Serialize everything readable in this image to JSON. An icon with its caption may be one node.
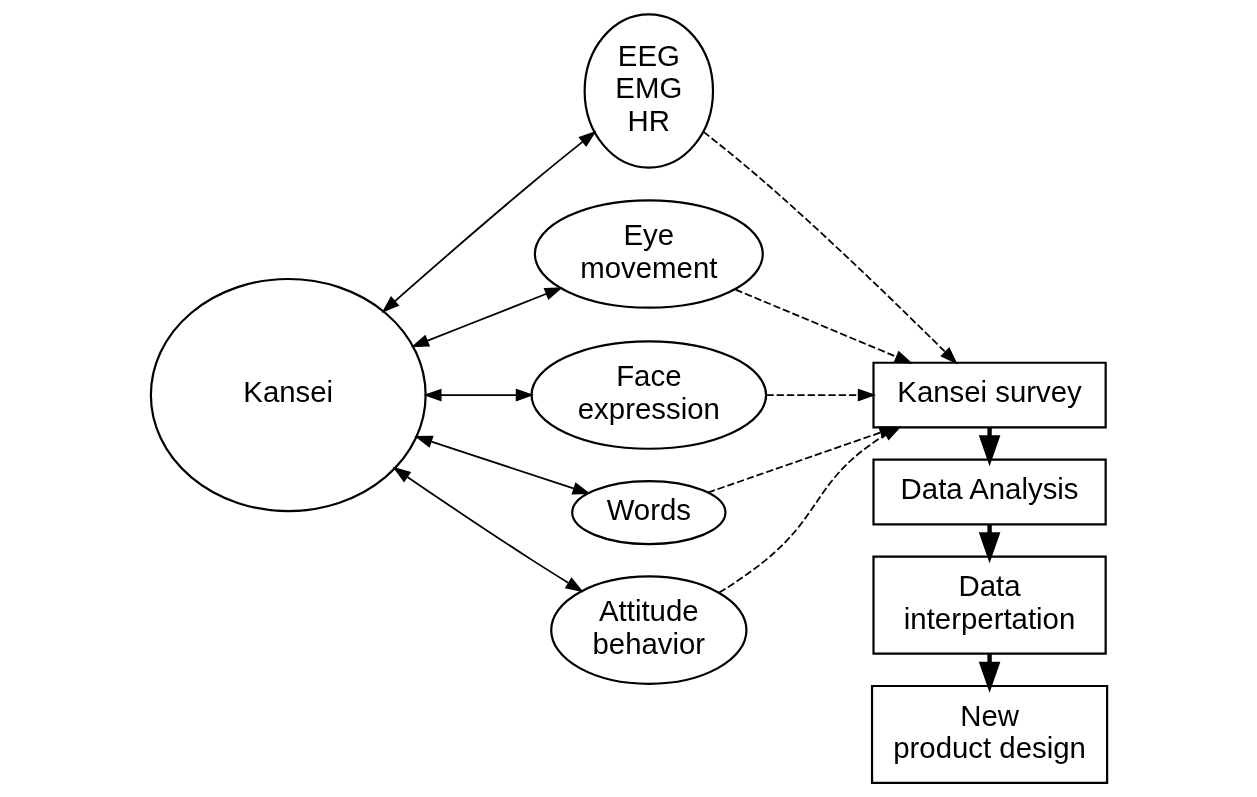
{
  "diagram": {
    "nodes": [
      {
        "text": [
          "EEG EMG HR"
        ]
      },
      {
        "text": [
          "Eye movement"
        ]
      },
      {
        "text": [
          "Face expression"
        ]
      },
      {
        "text": [
          "Words"
        ]
      },
      {
        "text": [
          "Attitude behavior"
        ]
      },
      {
        "text": [
          "Kansei"
        ]
      },
      {
        "text": [
          "Kansei survey"
        ]
      },
      {
        "text": [
          "Data Analysis"
        ]
      },
      {
        "text": [
          "Data interpertation"
        ]
      },
      {
        "text": [
          "New product design"
        ]
      }
    ],
    "edges": [
      {
        "from": 5,
        "to": 0,
        "arrow": "both"
      },
      {
        "from": 5,
        "to": 1,
        "arrow": "both"
      },
      {
        "from": 5,
        "to": 2,
        "arrow": "both"
      },
      {
        "from": 5,
        "to": 3,
        "arrow": "both"
      },
      {
        "from": 5,
        "to": 4,
        "arrow": "both"
      },
      {
        "from": 0,
        "to": 6,
        "arrow": "to",
        "style": "dashed"
      },
      {
        "from": 1,
        "to": 6,
        "arrow": "to",
        "style": "dashed"
      },
      {
        "from": 2,
        "to": 6,
        "arrow": "to",
        "style": "dashed"
      },
      {
        "from": 3,
        "to": 6,
        "arrow": "to",
        "style": "dashed"
      },
      {
        "from": 4,
        "to": 6,
        "arrow": "to",
        "style": "dashed"
      },
      {
        "from": 6,
        "to": 7,
        "arrow": "to",
        "style": "thick"
      },
      {
        "from": 7,
        "to": 8,
        "arrow": "to",
        "style": "thick"
      },
      {
        "from": 8,
        "to": 9,
        "arrow": "to",
        "style": "thick"
      }
    ]
  }
}
